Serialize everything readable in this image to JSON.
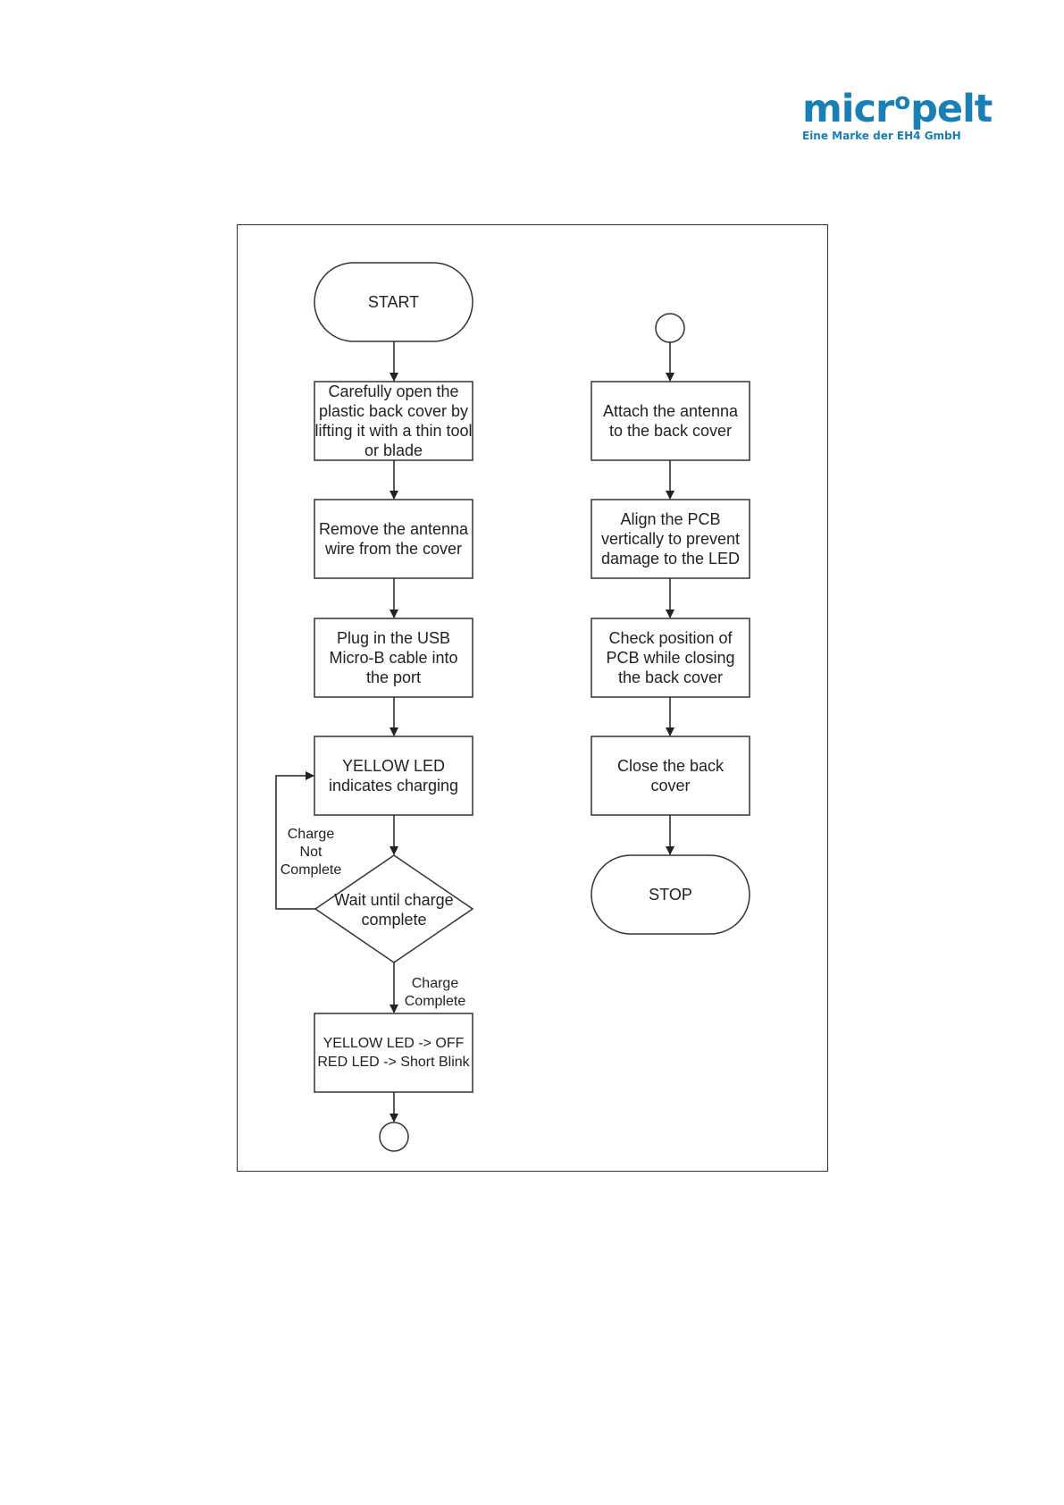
{
  "logo": {
    "brand_left": "micr",
    "brand_mark": "o",
    "brand_right": "pelt",
    "tagline": "Eine Marke der EH4 GmbH",
    "color": "#1a7fb5"
  },
  "flowchart": {
    "start": "START",
    "steps_left": [
      "Carefully open the plastic back cover by lifting it with a thin tool or blade",
      "Remove the antenna wire from the cover",
      "Plug in the USB Micro-B cable into the port",
      "YELLOW LED indicates charging"
    ],
    "decision": "Wait until charge complete",
    "loop_label": "Charge Not Complete",
    "exit_label": "Charge Complete",
    "result_line1": "YELLOW LED -> OFF",
    "result_line2": "RED LED -> Short Blink",
    "steps_right": [
      "Attach the antenna to the back cover",
      "Align the PCB vertically to prevent damage to the LED",
      "Check position of PCB while closing the back cover",
      "Close the back cover"
    ],
    "stop": "STOP"
  }
}
